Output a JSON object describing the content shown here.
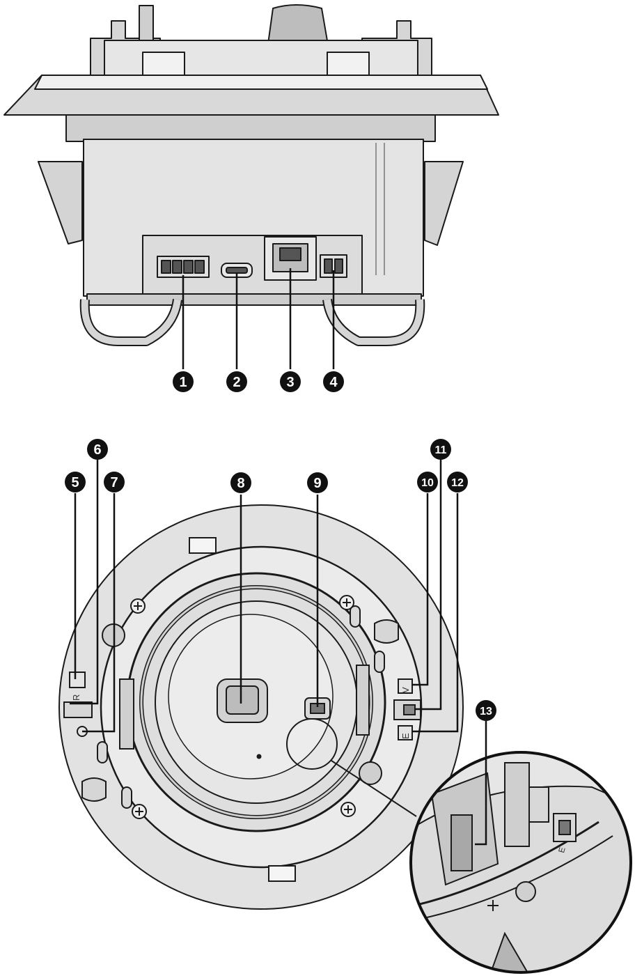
{
  "callouts": [
    {
      "id": "1",
      "label": "1"
    },
    {
      "id": "2",
      "label": "2"
    },
    {
      "id": "3",
      "label": "3"
    },
    {
      "id": "4",
      "label": "4"
    },
    {
      "id": "5",
      "label": "5"
    },
    {
      "id": "6",
      "label": "6"
    },
    {
      "id": "7",
      "label": "7"
    },
    {
      "id": "8",
      "label": "8"
    },
    {
      "id": "9",
      "label": "9"
    },
    {
      "id": "10",
      "label": "10"
    },
    {
      "id": "11",
      "label": "11"
    },
    {
      "id": "12",
      "label": "12"
    },
    {
      "id": "13",
      "label": "13"
    }
  ],
  "board_marks": {
    "r_mark": "R",
    "v_mark": "V",
    "e_mark": "E",
    "e_mark_detail": "E"
  },
  "colors": {
    "outline": "#1a1a1a",
    "housing_light": "#e8e8e8",
    "housing_mid": "#cfcfcf",
    "housing_dark": "#a8a8a8",
    "callout_fill": "#111111",
    "callout_text": "#ffffff"
  }
}
